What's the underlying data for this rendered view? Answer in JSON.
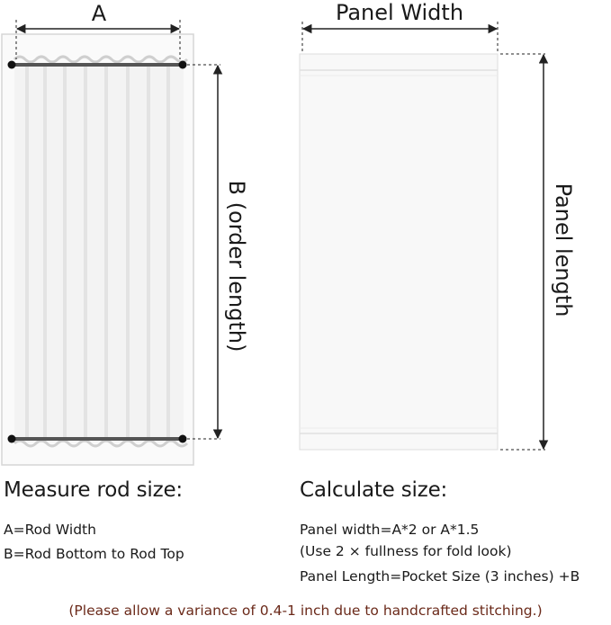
{
  "left_diagram": {
    "width_label": "A",
    "length_label": "B (order length)"
  },
  "right_diagram": {
    "width_label": "Panel Width",
    "length_label": "Panel length"
  },
  "measure": {
    "heading": "Measure rod size:",
    "lines": [
      "A=Rod Width",
      "B=Rod Bottom to Rod Top"
    ]
  },
  "calculate": {
    "heading": "Calculate size:",
    "lines": [
      "Panel width=A*2 or A*1.5",
      "(Use 2 × fullness for fold look)",
      "Panel Length=Pocket Size (3 inches) +B"
    ]
  },
  "footnote": "(Please allow a variance of 0.4-1 inch due to handcrafted stitching.)",
  "colors": {
    "line": "#222222",
    "rod": "#555555",
    "curtain": "#f4f4f4",
    "frame": "#d6d6d6",
    "footnote": "#6b2a1a"
  }
}
